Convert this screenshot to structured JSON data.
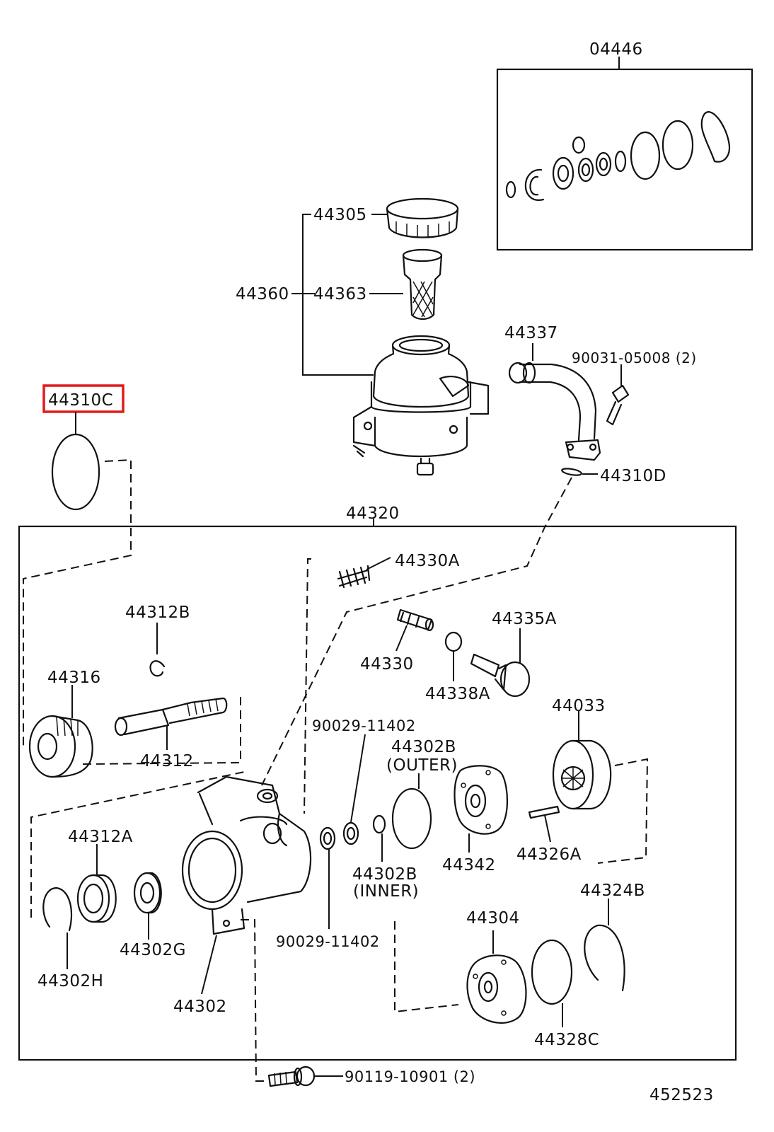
{
  "diagram_id": "452523",
  "highlight_color": "#e01b1b",
  "labels": {
    "p04446": "04446",
    "p44305": "44305",
    "p44360": "44360",
    "p44363": "44363",
    "p44337": "44337",
    "p90031": "90031-05008 (2)",
    "p44310C": "44310C",
    "p44310D": "44310D",
    "p44320": "44320",
    "p44330A": "44330A",
    "p44312B": "44312B",
    "p44335A": "44335A",
    "p44330": "44330",
    "p44338A": "44338A",
    "p44316": "44316",
    "p44033": "44033",
    "p44312": "44312",
    "p90029_top": "90029-11402",
    "p44302B_outer": "44302B",
    "outer": "(OUTER)",
    "p44312A": "44312A",
    "p44342": "44342",
    "p44326A": "44326A",
    "p44302B_inner": "44302B",
    "inner": "(INNER)",
    "p44324B": "44324B",
    "p44302G": "44302G",
    "p90029_bottom": "90029-11402",
    "p44304": "44304",
    "p44302H": "44302H",
    "p44302": "44302",
    "p44328C": "44328C",
    "p90119": "90119-10901 (2)"
  }
}
